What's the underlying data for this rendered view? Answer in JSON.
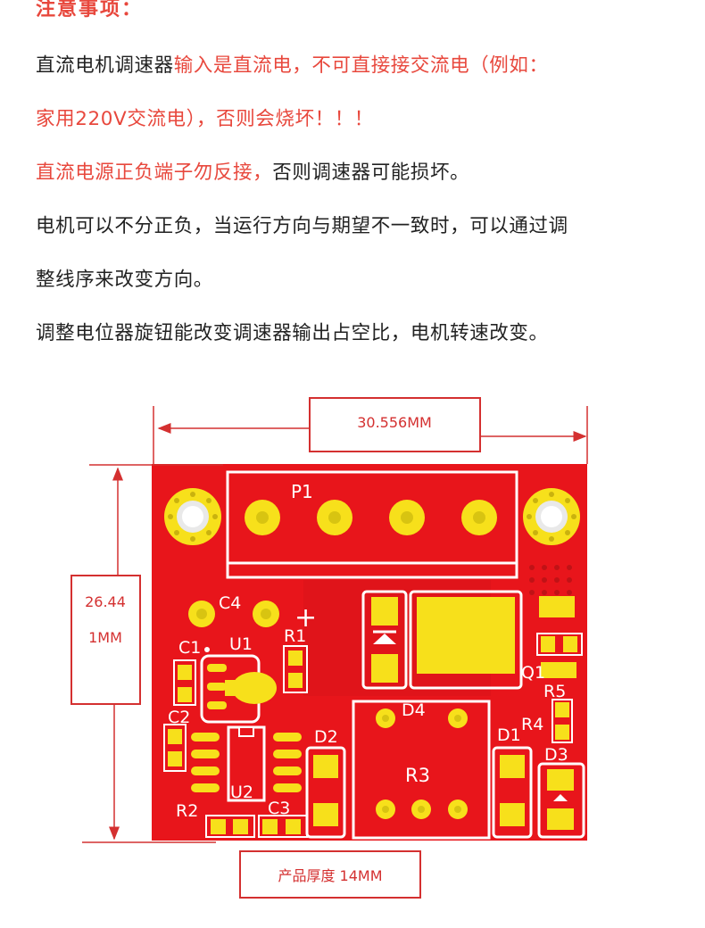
{
  "notes": {
    "heading": "注意事项：",
    "line1_dark": "直流电机调速器",
    "line1_red": "输入是直流电，不可直接接交流电（例如：",
    "line2_red": "家用220V交流电），否则会烧坏！！！",
    "line3_red": "直流电源正负端子勿反接，",
    "line3_dark": "否则调速器可能损坏。",
    "line4": "电机可以不分正负，当运行方向与期望不一致时，可以通过调",
    "line5": "整线序来改变方向。",
    "line6": "调整电位器旋钮能改变调速器输出占空比，电机转速改变。"
  },
  "dimensions": {
    "width": "30.556MM",
    "height_line1": "26.44",
    "height_line2": "1MM",
    "thickness": "产品厚度 14MM"
  },
  "pcb_labels": {
    "p1": "P1",
    "c4": "C4",
    "c1": "C1",
    "u1": "U1",
    "r1": "R1",
    "c2": "C2",
    "d2": "D2",
    "d4": "D4",
    "r3": "R3",
    "u2": "U2",
    "r2": "R2",
    "c3": "C3",
    "q1": "Q1",
    "r5": "R5",
    "r4": "R4",
    "d1": "D1",
    "d3": "D3",
    "plus": "+"
  },
  "colors": {
    "board_red": "#e8151b",
    "pad_yellow": "#f7e01b",
    "silk_white": "#ffffff",
    "annotation_red": "#e8483d"
  }
}
